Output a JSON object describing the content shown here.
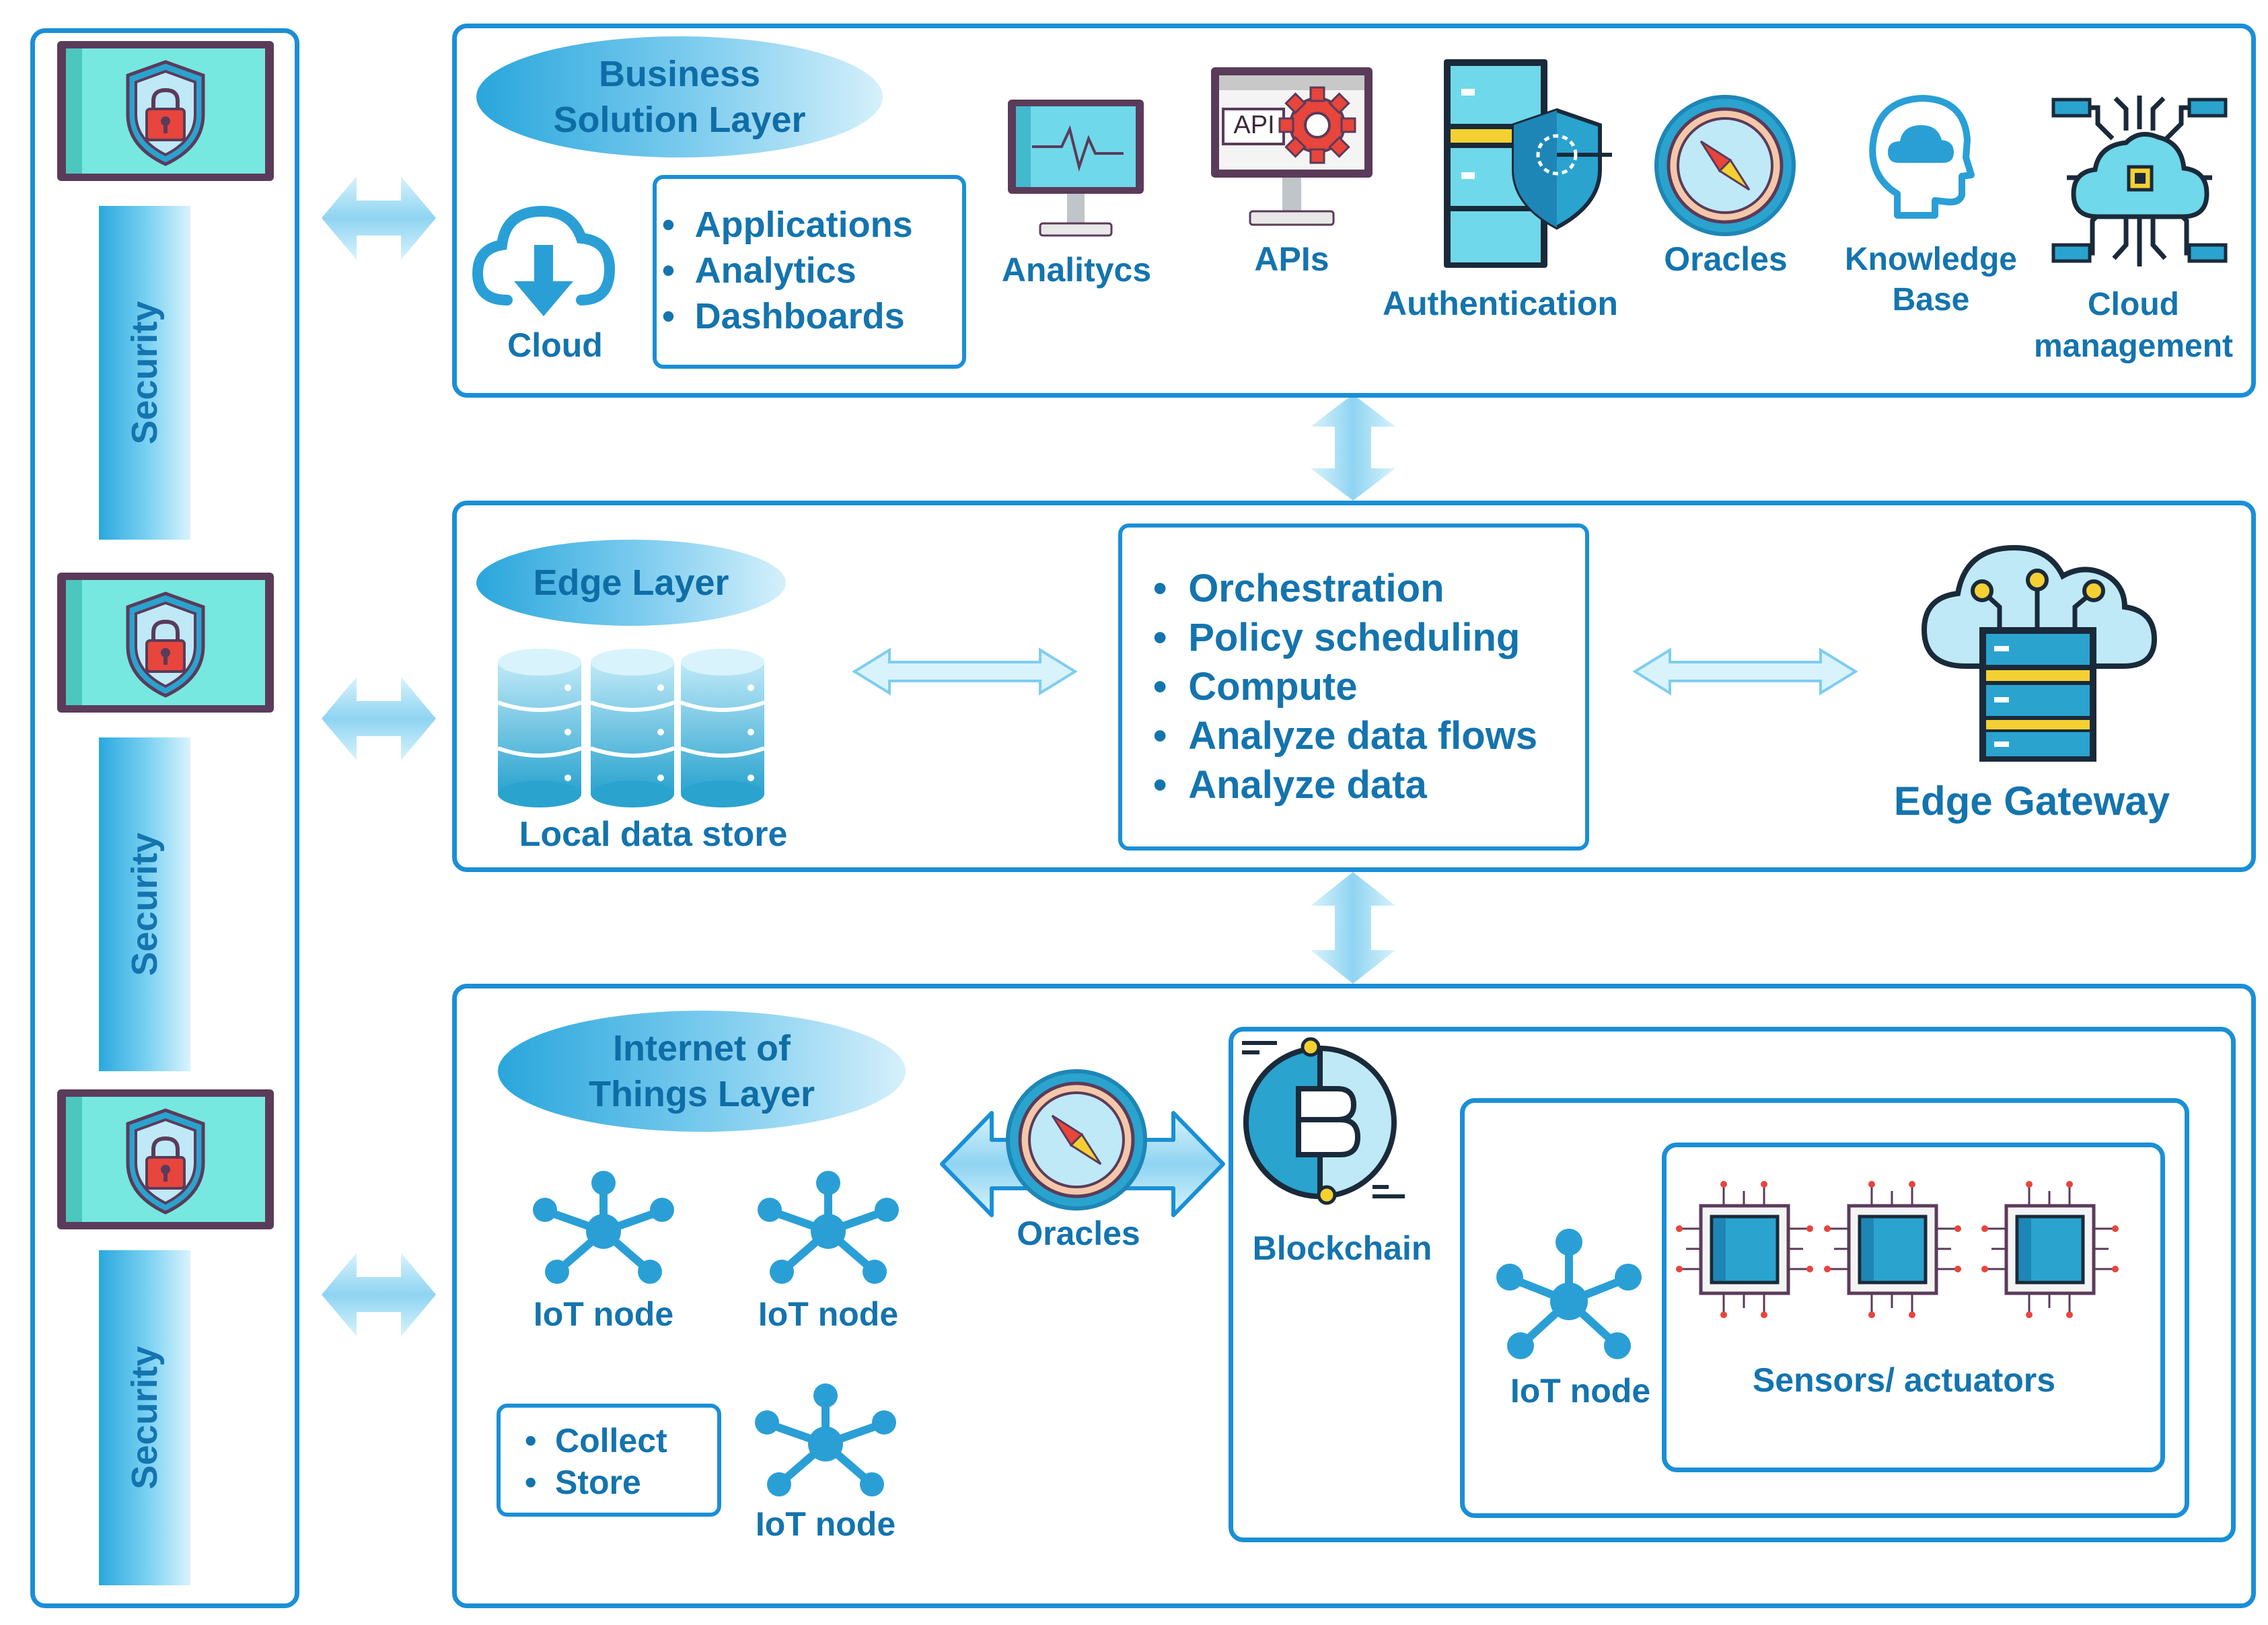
{
  "security": {
    "label": "Security"
  },
  "business_layer": {
    "title": "Business Solution Layer",
    "cloud_label": "Cloud",
    "list": [
      "Applications",
      "Analytics",
      "Dashboards"
    ],
    "icons": {
      "analytics": "Analitycs",
      "apis": "APIs",
      "api_badge": "API",
      "authentication": "Authentication",
      "oracles": "Oracles",
      "knowledge_base": "Knowledge Base",
      "cloud_management": "Cloud management"
    }
  },
  "edge_layer": {
    "title": "Edge Layer",
    "local_store": "Local data store",
    "list": [
      "Orchestration",
      "Policy scheduling",
      "Compute",
      "Analyze data flows",
      "Analyze data"
    ],
    "gateway": "Edge Gateway"
  },
  "iot_layer": {
    "title": "Internet of Things Layer",
    "node_label": "IoT node",
    "list": [
      "Collect",
      "Store"
    ],
    "oracles": "Oracles",
    "blockchain": "Blockchain",
    "sensors": "Sensors/ actuators"
  },
  "colors": {
    "border": "#1a8fd6",
    "text": "#1474ae",
    "icon": "#2a9fd6",
    "arrow": "#8fd4f2",
    "lock": "#e8453c",
    "screen": "#76e8e0"
  }
}
